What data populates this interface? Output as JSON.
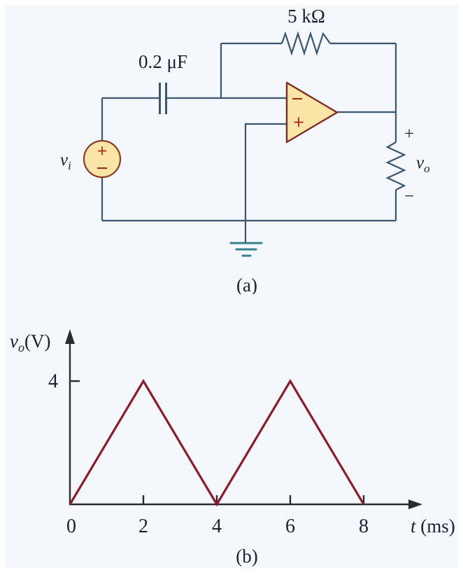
{
  "figure": {
    "caption_a": "(a)",
    "caption_b": "(b)"
  },
  "circuit": {
    "resistor_label": "5 kΩ",
    "capacitor_label": "0.2 μF",
    "source_var": "v",
    "source_sub": "i",
    "source_plus": "+",
    "source_minus": "−",
    "opamp_minus": "−",
    "opamp_plus": "+",
    "output_plus": "+",
    "output_var": "v",
    "output_sub": "o",
    "output_minus": "−"
  },
  "graph": {
    "ylabel_var": "v",
    "ylabel_sub": "o",
    "ylabel_unit": "(V)",
    "y_tick_label": "4",
    "x_tick_labels": [
      "0",
      "2",
      "4",
      "6",
      "8"
    ],
    "xlabel_var": "t",
    "xlabel_unit": "(ms)"
  },
  "chart_data": {
    "type": "line",
    "x": [
      0,
      2,
      4,
      6,
      8
    ],
    "values": [
      0,
      4,
      0,
      4,
      0
    ],
    "title": "",
    "xlabel": "t (ms)",
    "ylabel": "vo (V)",
    "xlim": [
      0,
      9.5
    ],
    "ylim": [
      0,
      5.5
    ],
    "grid": false,
    "legend": false
  },
  "colors": {
    "wire": "#3a5670",
    "component_outline": "#7d2e24",
    "component_fill": "#fae5a7",
    "source_outline": "#8f3a22",
    "sign_red": "#b5312a",
    "sign_dark_red": "#9c2a1f",
    "waveform": "#8e1b2b",
    "axis": "#2a2a33",
    "text_dark": "#1c2030",
    "ground_teal": "#36808e"
  }
}
